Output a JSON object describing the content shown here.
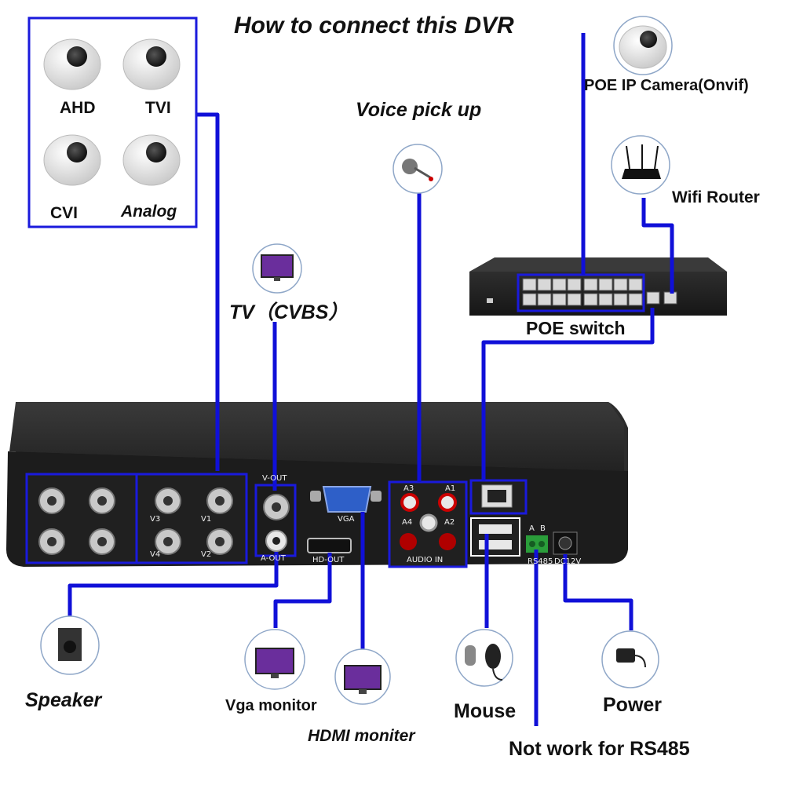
{
  "title": "How to connect this DVR",
  "cameras": {
    "labels": [
      "AHD",
      "TVI",
      "CVI",
      "Analog"
    ]
  },
  "labels": {
    "tv": "TV（CVBS）",
    "voice": "Voice pick up",
    "poe_camera": "POE IP Camera(Onvif)",
    "wifi_router": "Wifi Router",
    "poe_switch": "POE switch",
    "speaker": "Speaker",
    "vga_monitor": "Vga monitor",
    "hdmi_monitor": "HDMI moniter",
    "mouse": "Mouse",
    "power": "Power",
    "rs485": "Not work for RS485"
  },
  "panel": {
    "v_out": "V-OUT",
    "a_out": "A-OUT",
    "vga": "VGA",
    "hd_out": "HD-OUT",
    "audio_in": "AUDIO IN",
    "a3": "A3",
    "a1": "A1",
    "a4": "A4",
    "a2": "A2",
    "rs485": "RS485",
    "dc12v": "DC12V",
    "v3": "V3",
    "v1": "V1",
    "v4": "V4",
    "v2": "V2",
    "a": "A",
    "b": "B"
  },
  "colors": {
    "wire": "#1010d8",
    "dvr_body": "#262626",
    "outline": "#1a1adc"
  }
}
